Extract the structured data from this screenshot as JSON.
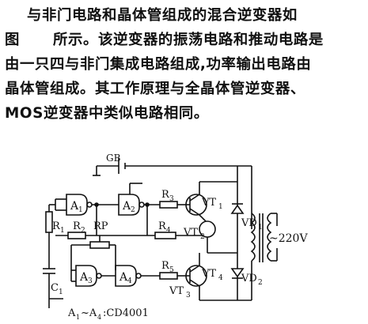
{
  "document": {
    "para_line1": "与非门电路和晶体管组成的混合逆变器如",
    "para_line2_a": "图",
    "para_line2_b": "所示。该逆变器的振荡电路和推动电路是",
    "para_line3": "由一只四与非门集成电路组成,功率输出电路由",
    "para_line4": "晶体管组成。其工作原理与全晶体管逆变器、",
    "para_line5": "MOS逆变器中类似电路相同。"
  },
  "circuit": {
    "labels": {
      "gb": "GB",
      "a1": "A",
      "a1_sub": "1",
      "a2": "A",
      "a2_sub": "2",
      "a3": "A",
      "a3_sub": "3",
      "a4": "A",
      "a4_sub": "4",
      "r1": "R",
      "r1_sub": "1",
      "r2": "R",
      "r2_sub": "2",
      "rp": "RP",
      "r3": "R",
      "r3_sub": "3",
      "r4": "R",
      "r4_sub": "4",
      "r5": "R",
      "r5_sub": "5",
      "c1": "C",
      "c1_sub": "1",
      "vt1": "VT",
      "vt1_sub": "1",
      "vt2": "VT",
      "vt2_sub": "2",
      "vt3": "VT",
      "vt3_sub": "3",
      "vt4": "VT",
      "vt4_sub": "4",
      "vd1": "VD",
      "vd1_sub": "1",
      "vd2": "VD",
      "vd2_sub": "2",
      "output": "~220V",
      "caption_a": "A",
      "caption_sub1": "1",
      "caption_mid": "~A",
      "caption_sub4": "4",
      "caption_tail": ":CD4001"
    }
  }
}
